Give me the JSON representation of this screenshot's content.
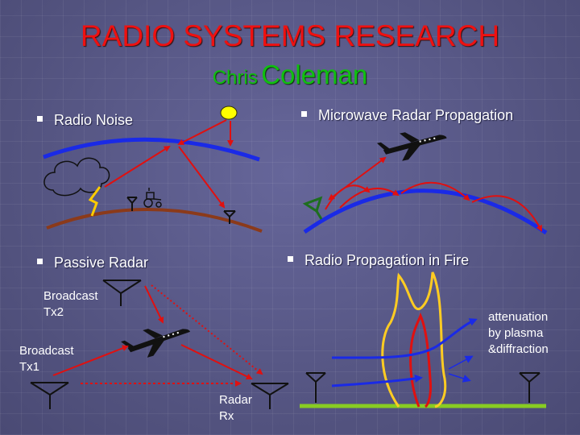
{
  "title": "RADIO SYSTEMS RESEARCH",
  "author": {
    "first": "Chris",
    "last": "Coleman"
  },
  "panels": {
    "radio_noise": {
      "heading": "Radio Noise"
    },
    "microwave": {
      "heading": "Microwave Radar Propagation"
    },
    "passive_radar": {
      "heading": "Passive Radar",
      "tx2": [
        "Broadcast",
        "Tx2"
      ],
      "tx1": [
        "Broadcast",
        "Tx1"
      ],
      "rx": [
        "Radar",
        "Rx"
      ]
    },
    "fire": {
      "heading": "Radio Propagation in Fire",
      "note": [
        "attenuation",
        "by plasma",
        "&diffraction"
      ]
    }
  },
  "colors": {
    "title": "#ee1111",
    "author": "#10c010",
    "ionosphere": "#1a2ae6",
    "ray": "#e01010",
    "ground": "#8b3a1a",
    "flame_outer": "#ffcc22",
    "flame_inner": "#e01010",
    "grass": "#88cc22"
  },
  "icons": [
    "sun-icon",
    "cloud-icon",
    "lightning-icon",
    "tractor-icon",
    "antenna-icon",
    "aircraft-icon",
    "radar-dish-icon"
  ]
}
